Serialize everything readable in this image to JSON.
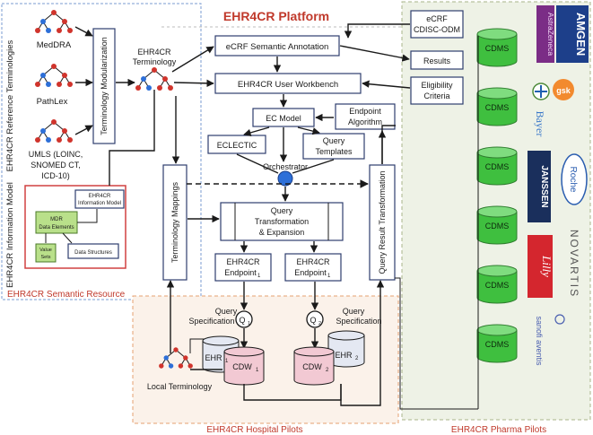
{
  "platform_title": "EHR4CR Platform",
  "semantic_resource": {
    "caption": "EHR4CR Semantic Resource",
    "ref_terminologies_label": "EHR4CR Reference Terminologies",
    "information_model_label": "EHR4CR Information Model",
    "medDRA": "MedDRA",
    "pathlex": "PathLex",
    "umls_line1": "UMLS (LOINC,",
    "umls_line2": "SNOMED CT,",
    "umls_line3": "ICD-10)",
    "terminology_modularization": "Terminology Modularization",
    "ehr4cr_terminology_line1": "EHR4CR",
    "ehr4cr_terminology_line2": "Terminology",
    "im_box_title_line1": "EHR4CR",
    "im_box_title_line2": "Information Model",
    "mdr_line1": "MDR",
    "mdr_line2": "Data Elements",
    "value_sets_line1": "Value",
    "value_sets_line2": "Sets",
    "data_structures": "Data Structures"
  },
  "platform": {
    "ecrf_semantic_annotation": "eCRF Semantic Annotation",
    "user_workbench": "EHR4CR User Workbench",
    "ec_model": "EC Model",
    "endpoint_algorithm_line1": "Endpoint",
    "endpoint_algorithm_line2": "Algorithm",
    "eclectic": "ECLECTIC",
    "query_templates_line1": "Query",
    "query_templates_line2": "Templates",
    "orchestrator": "Orchestrator",
    "terminology_mappings": "Terminology Mappings",
    "query_transformation_line1": "Query",
    "query_transformation_line2": "Transformation",
    "query_transformation_line3": "& Expansion",
    "query_result_transformation": "Query Result Transformation",
    "endpoint1_line1": "EHR4CR",
    "endpoint1_line2": "Endpoint",
    "endpoint1_sub": "1",
    "endpoint2_line1": "EHR4CR",
    "endpoint2_line2": "Endpoint",
    "endpoint2_sub": "1"
  },
  "outputs": {
    "ecrf_line1": "eCRF",
    "ecrf_line2": "CDISC-ODM",
    "results": "Results",
    "eligibility_line1": "Eligibility",
    "eligibility_line2": "Criteria"
  },
  "hospital": {
    "caption": "EHR4CR Hospital Pilots",
    "query_spec1_line1": "Query",
    "query_spec1_line2": "Specification",
    "query_spec2_line1": "Query",
    "query_spec2_line2": "Specification",
    "q1": "Q",
    "q1_sub": "1",
    "q2": "Q",
    "q2_sub": "2",
    "ehr1": "EHR",
    "ehr1_sub": "1",
    "ehr2": "EHR",
    "ehr2_sub": "2",
    "cdw1": "CDW",
    "cdw1_sub": "1",
    "cdw2": "CDW",
    "cdw2_sub": "2",
    "local_terminology": "Local Terminology"
  },
  "pharma": {
    "caption": "EHR4CR Pharma Pilots",
    "cdms_label": "CDMS",
    "cdms_count": 6,
    "logos": {
      "amgen": "AMGEN",
      "astrazeneca": "AstraZeneca",
      "gsk": "gsk",
      "bayer": "Bayer",
      "roche": "Roche",
      "janssen": "JANSSEN",
      "novartis": "NOVARTIS",
      "lilly": "Lilly",
      "sanofi": "sanofi aventis"
    }
  },
  "colors": {
    "box_border": "#2e3e6e",
    "cdms_green": "#3fbf3f",
    "cylinder_pink": "#f2c9d3",
    "platform_title_red": "#c0392b",
    "node_blue": "#2d6fd8",
    "node_red": "#d0342c"
  }
}
